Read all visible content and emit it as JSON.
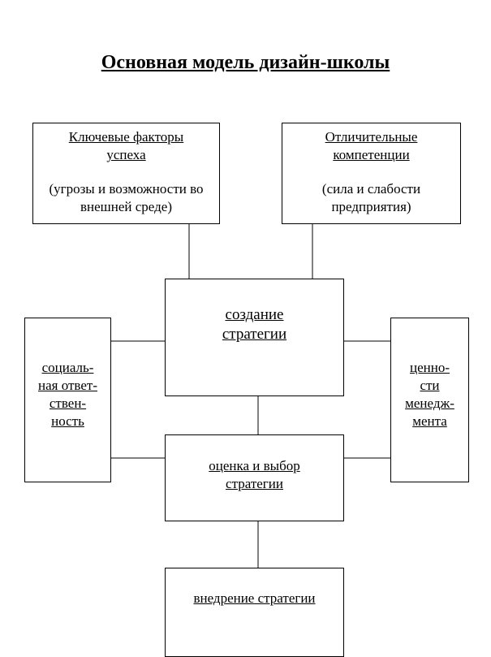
{
  "title": "Основная модель дизайн-школы",
  "boxes": {
    "key_factors": {
      "heading_line1": "Ключевые факторы",
      "heading_line2": "успеха",
      "desc_line1": "(угрозы и возможности во",
      "desc_line2": "внешней среде)"
    },
    "competencies": {
      "heading_line1": "Отличительные",
      "heading_line2": "компетенции",
      "desc_line1": "(сила и слабости",
      "desc_line2": "предприятия)"
    },
    "create": {
      "line1": "создание",
      "line2": "стратегии"
    },
    "social": {
      "line1": "социаль-",
      "line2": "ная ответ-",
      "line3": "ствен-",
      "line4": "ность"
    },
    "values": {
      "line1": "ценно-",
      "line2": "сти",
      "line3": "менедж-",
      "line4": "мента"
    },
    "evaluate": {
      "line1": "оценка и выбор",
      "line2": "стратегии"
    },
    "implement": {
      "line1": "внедрение стратегии"
    }
  }
}
